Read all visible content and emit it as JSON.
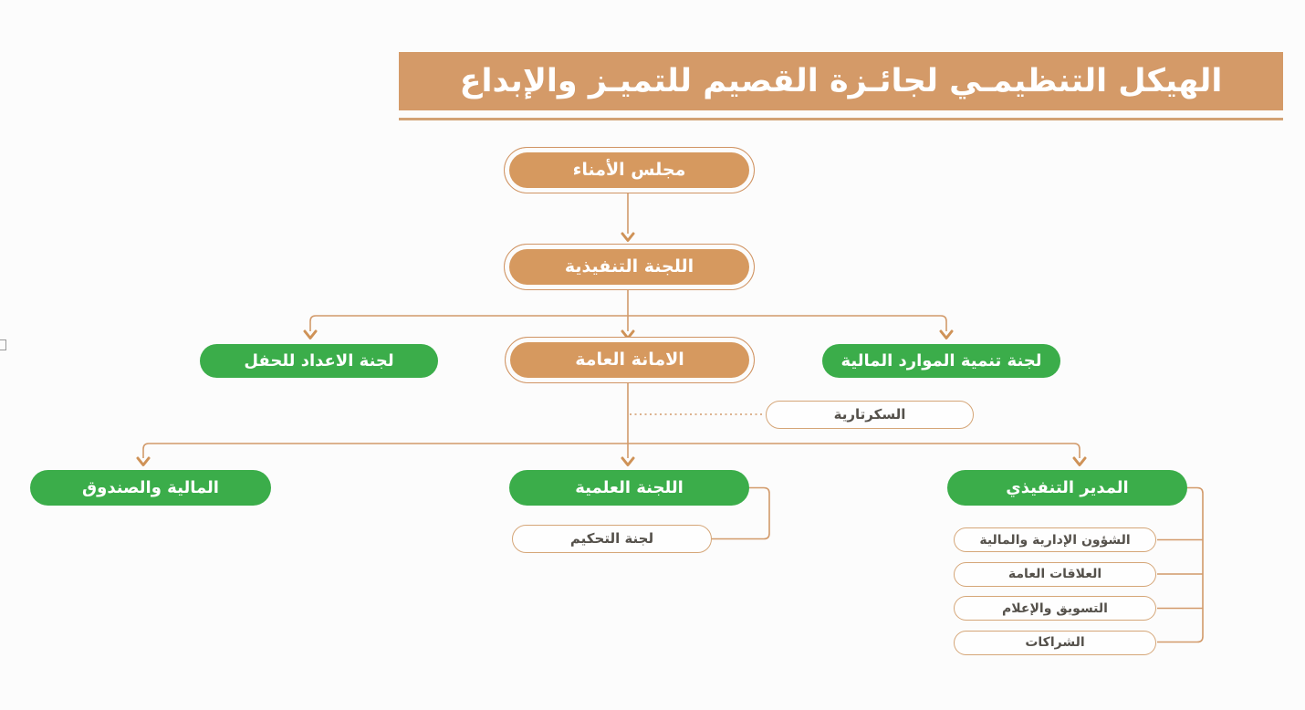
{
  "title": "الهيكل التنظيمـي لجائـزة القصيم للتميـز والإبداع",
  "colors": {
    "tan_fill": "#D6995F",
    "tan_banner": "#D49A68",
    "green_fill": "#3BAD4A",
    "line_tan": "#D29A6A",
    "white_pill_border": "#D5A678",
    "dark_text": "#55514B",
    "white_text": "#FFFFFF"
  },
  "nodes": {
    "board_of_trustees": "مجلس الأمناء",
    "executive_committee": "اللجنة التنفيذية",
    "ceremony_preparation_committee": "لجنة الاعداد للحفل",
    "general_secretariat": "الامانة العامة",
    "financial_resources_committee": "لجنة تنمية الموارد المالية",
    "secretariat": "السكرتارية",
    "finance_and_fund": "المالية والصندوق",
    "scientific_committee": "اللجنة العلمية",
    "executive_director": "المدير التنفيذي",
    "judging_committee": "لجنة التحكيم",
    "admin_financial_affairs": "الشؤون الإدارية والمالية",
    "public_relations": "العلاقات العامة",
    "marketing_media": "التسويق والإعلام",
    "partnerships": "الشراكات"
  }
}
